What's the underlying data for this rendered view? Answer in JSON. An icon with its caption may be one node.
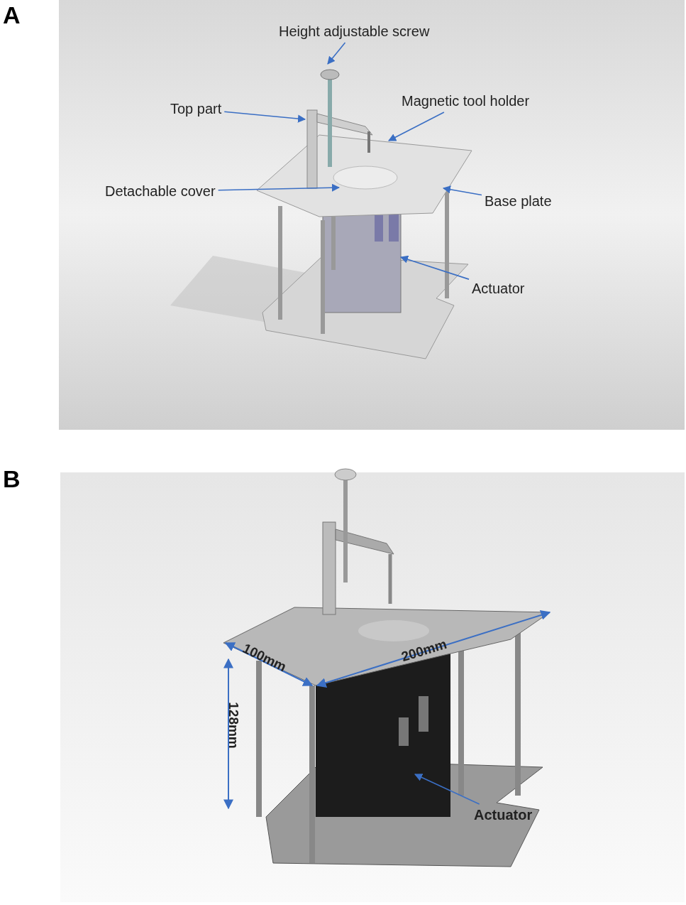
{
  "diagram": {
    "nodes": [
      {
        "text": [
          "Height adjustable screw"
        ]
      },
      {
        "text": [
          "Top part"
        ]
      },
      {
        "text": [
          "Magnetic tool holder"
        ]
      },
      {
        "text": [
          "Detachable cover"
        ]
      },
      {
        "text": [
          "Base plate"
        ]
      },
      {
        "text": [
          "Actuator"
        ]
      },
      {
        "text": [
          "Actuator"
        ]
      }
    ],
    "edges": [
      {
        "from": 0,
        "to": null,
        "arrow": "to"
      },
      {
        "from": 1,
        "to": null,
        "arrow": "to"
      },
      {
        "from": 2,
        "to": null,
        "arrow": "to"
      },
      {
        "from": 3,
        "to": null,
        "arrow": "to"
      },
      {
        "from": 4,
        "to": null,
        "arrow": "to"
      },
      {
        "from": 5,
        "to": null,
        "arrow": "to"
      },
      {
        "from": 6,
        "to": null,
        "arrow": "to"
      }
    ],
    "labels": [
      "A",
      "B",
      "100mm",
      "200mm",
      "128mm"
    ]
  }
}
